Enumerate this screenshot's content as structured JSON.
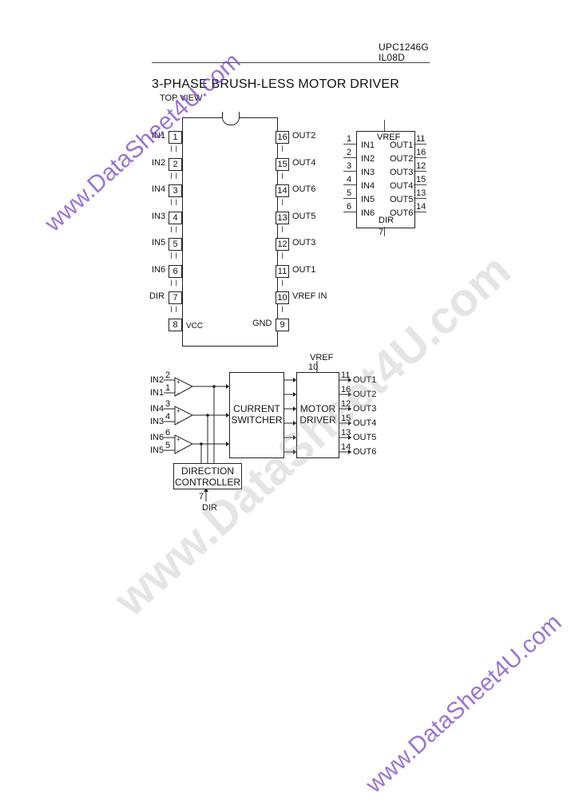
{
  "header": {
    "part1": "UPC1246G",
    "part2": "IL08D",
    "title": "3-PHASE BRUSH-LESS MOTOR DRIVER",
    "subtitle": "TOP VIEW"
  },
  "dip": {
    "left_pins": [
      {
        "name": "IN1",
        "num": "1"
      },
      {
        "name": "IN2",
        "num": "2"
      },
      {
        "name": "IN4",
        "num": "3"
      },
      {
        "name": "IN3",
        "num": "4"
      },
      {
        "name": "IN5",
        "num": "5"
      },
      {
        "name": "IN6",
        "num": "6"
      },
      {
        "name": "DIR",
        "num": "7"
      },
      {
        "name": "",
        "num": "8"
      }
    ],
    "right_pins": [
      {
        "name": "OUT2",
        "num": "16"
      },
      {
        "name": "OUT4",
        "num": "15"
      },
      {
        "name": "OUT6",
        "num": "14"
      },
      {
        "name": "OUT5",
        "num": "13"
      },
      {
        "name": "OUT3",
        "num": "12"
      },
      {
        "name": "OUT1",
        "num": "11"
      },
      {
        "name": "VREF IN",
        "num": "10"
      },
      {
        "name": "GND",
        "num": "9"
      }
    ],
    "vcc_label": "VCC"
  },
  "symbol": {
    "top_label": "VREF",
    "bottom_label": "DIR",
    "bottom_num": "7",
    "left": [
      {
        "num": "1",
        "name": "IN1"
      },
      {
        "num": "2",
        "name": "IN2"
      },
      {
        "num": "3",
        "name": "IN3"
      },
      {
        "num": "4",
        "name": "IN4"
      },
      {
        "num": "5",
        "name": "IN5"
      },
      {
        "num": "6",
        "name": "IN6"
      }
    ],
    "right": [
      {
        "num": "11",
        "name": "OUT1"
      },
      {
        "num": "16",
        "name": "OUT2"
      },
      {
        "num": "12",
        "name": "OUT3"
      },
      {
        "num": "15",
        "name": "OUT4"
      },
      {
        "num": "13",
        "name": "OUT5"
      },
      {
        "num": "14",
        "name": "OUT6"
      }
    ]
  },
  "block": {
    "inputs": [
      {
        "name": "IN2",
        "num": "2"
      },
      {
        "name": "IN1",
        "num": "1"
      },
      {
        "name": "IN4",
        "num": "3"
      },
      {
        "name": "IN3",
        "num": "4"
      },
      {
        "name": "IN6",
        "num": "6"
      },
      {
        "name": "IN5",
        "num": "5"
      }
    ],
    "current_switcher": [
      "CURRENT",
      "SWITCHER"
    ],
    "motor_driver": [
      "MOTOR",
      "DRIVER"
    ],
    "direction_controller": [
      "DIRECTION",
      "CONTROLLER"
    ],
    "vref_label": "VREF",
    "vref_num": "10",
    "dir_label": "DIR",
    "dir_num": "7",
    "outputs": [
      {
        "num": "11",
        "name": "OUT1"
      },
      {
        "num": "16",
        "name": "OUT2"
      },
      {
        "num": "12",
        "name": "OUT3"
      },
      {
        "num": "15",
        "name": "OUT4"
      },
      {
        "num": "13",
        "name": "OUT5"
      },
      {
        "num": "14",
        "name": "OUT6"
      }
    ]
  },
  "watermarks": [
    "www.DataSheet4U.com",
    "www.DataSheet4U.com",
    "www.DataSheet4U.com"
  ],
  "colors": {
    "watermark_purple": "#7846c8",
    "watermark_gray": "#a0a0a0",
    "ink": "#111111"
  }
}
